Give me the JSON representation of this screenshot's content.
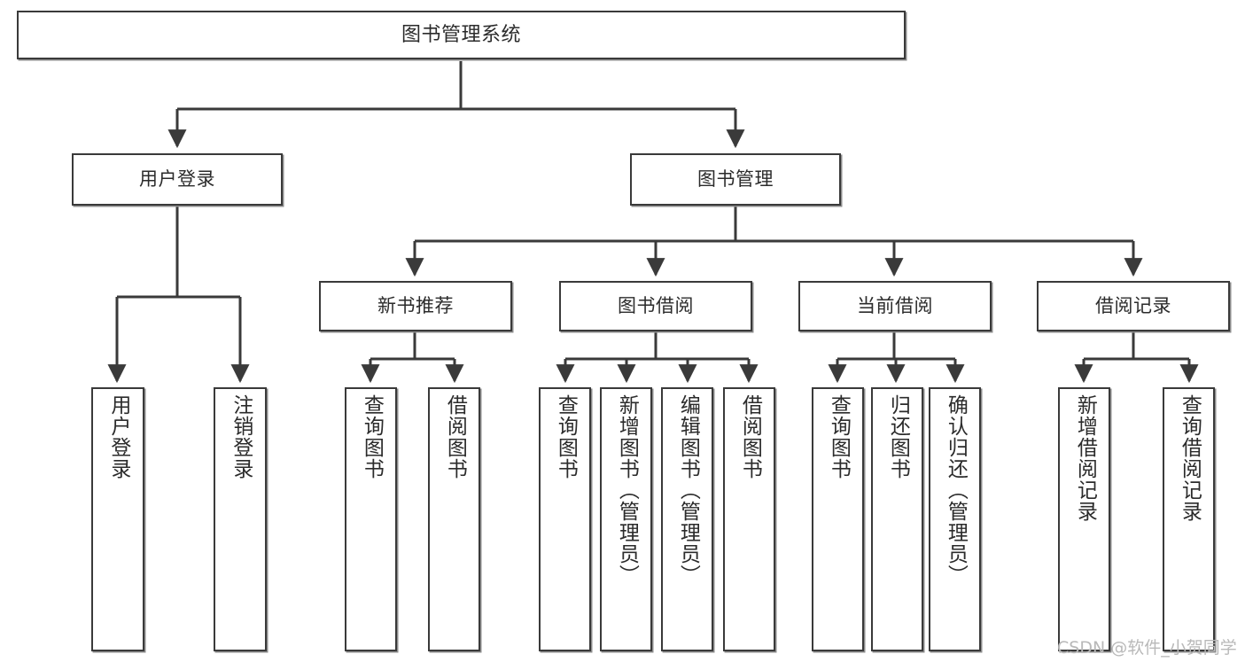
{
  "diagram": {
    "title": "图书管理系统",
    "type": "tree-hierarchy-chart",
    "orientation": "top-down",
    "colors": {
      "background": "#ffffff",
      "node_border": "#3a3a3a",
      "node_fill": "#ffffff",
      "node_shadow": "#8c8c8c",
      "edge": "#3a3a3a",
      "text": "#2b2b2b",
      "watermark": "#b9b9b9"
    },
    "watermark": "CSDN @软件_小贺同学"
  },
  "nodes": {
    "root": {
      "label": "图书管理系统"
    },
    "level2": [
      {
        "label": "用户登录"
      },
      {
        "label": "图书管理"
      }
    ],
    "level3": [
      {
        "label": "新书推荐"
      },
      {
        "label": "图书借阅"
      },
      {
        "label": "当前借阅"
      },
      {
        "label": "借阅记录"
      }
    ],
    "leaves": {
      "user_login": [
        {
          "label": "用户登录"
        },
        {
          "label": "注销登录"
        }
      ],
      "new_book_recommend": [
        {
          "label": "查询图书"
        },
        {
          "label": "借阅图书"
        }
      ],
      "book_borrow": [
        {
          "label": "查询图书"
        },
        {
          "label": "新增图书（管理员）"
        },
        {
          "label": "编辑图书（管理员）"
        },
        {
          "label": "借阅图书"
        }
      ],
      "current_borrow": [
        {
          "label": "查询图书"
        },
        {
          "label": "归还图书"
        },
        {
          "label": "确认归还（管理员）"
        }
      ],
      "borrow_record": [
        {
          "label": "新增借阅记录"
        },
        {
          "label": "查询借阅记录"
        }
      ]
    }
  }
}
